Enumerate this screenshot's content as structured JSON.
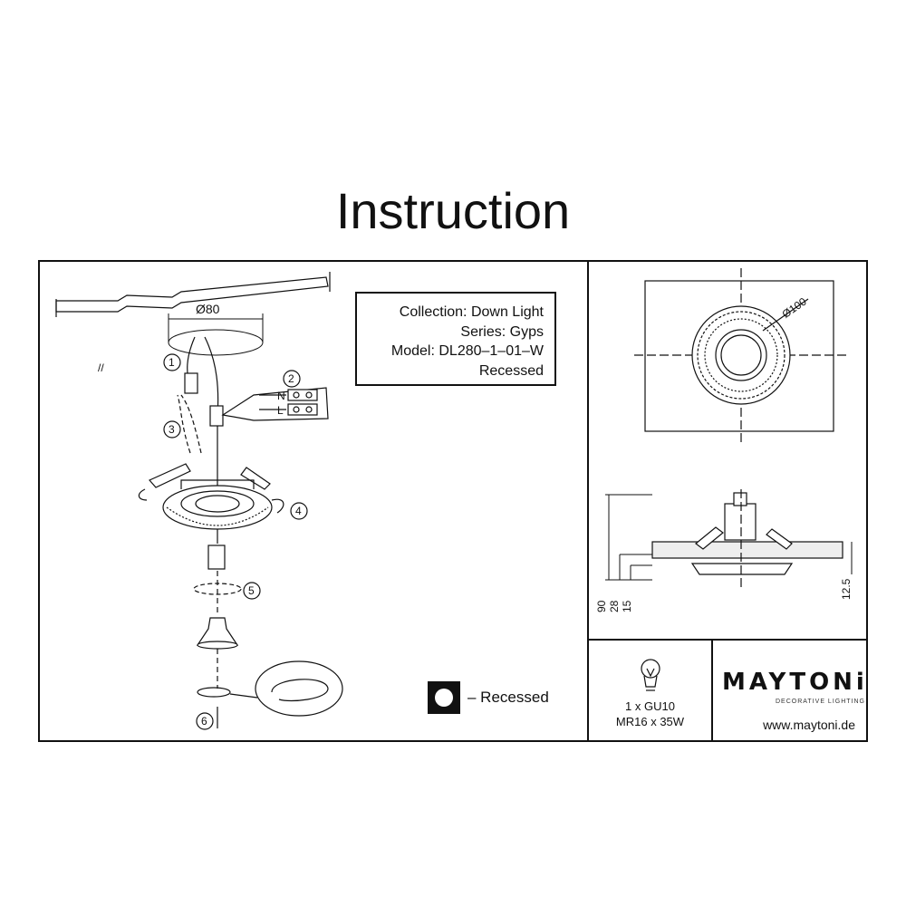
{
  "page": {
    "title": "Instruction"
  },
  "info": {
    "collection": "Collection: Down Light",
    "series": "Series: Gyps",
    "model": "Model: DL280–1–01–W",
    "type": "Recessed"
  },
  "legend": {
    "text": "– Recessed"
  },
  "steps": [
    "1",
    "2",
    "3",
    "4",
    "5",
    "6"
  ],
  "dimensions": {
    "cutout": "Ø80",
    "diameter": "Ø100",
    "height_total": "90",
    "height_mid": "28",
    "height_low": "15",
    "height_side": "12.5"
  },
  "wiring": {
    "n": "N",
    "l": "L"
  },
  "lamp": {
    "line1": "1 x GU10",
    "line2": "MR16 x 35W"
  },
  "brand": {
    "name": "MAYTONi",
    "tagline": "DECORATIVE LIGHTING",
    "website": "www.maytoni.de"
  }
}
